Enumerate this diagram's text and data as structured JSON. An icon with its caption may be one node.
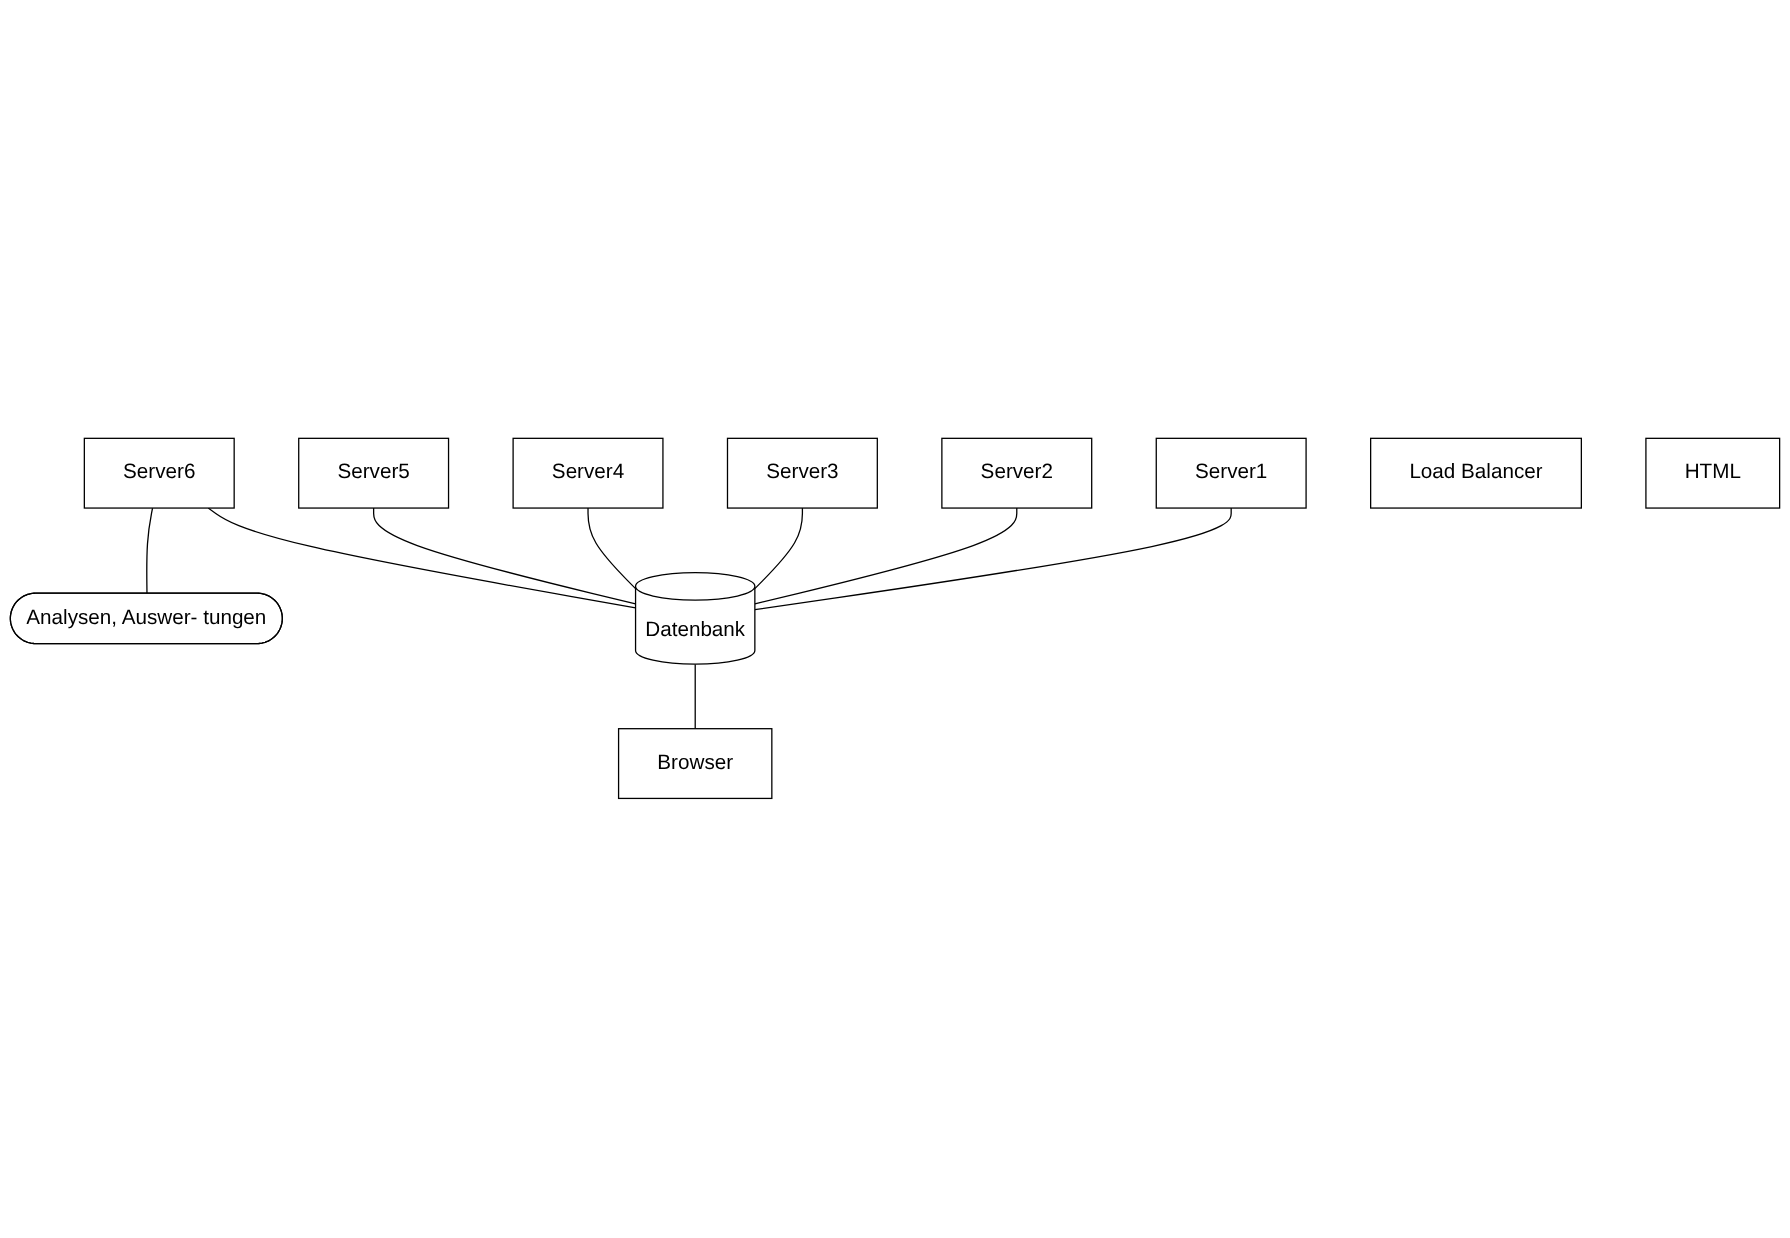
{
  "diagram": {
    "nodes": [
      {
        "text": [
          "Server1"
        ]
      },
      {
        "text": [
          "Server2"
        ]
      },
      {
        "text": [
          "Server3"
        ]
      },
      {
        "text": [
          "Server4"
        ]
      },
      {
        "text": [
          "Server5"
        ]
      },
      {
        "text": [
          "Server6"
        ]
      },
      {
        "text": [
          "Analysen, Auswer- tungen"
        ]
      },
      {
        "text": [
          "Load Balancer"
        ]
      },
      {
        "text": [
          "HTML"
        ]
      },
      {
        "text": [
          "Datenbank"
        ]
      },
      {
        "text": [
          "Browser"
        ]
      }
    ],
    "edges": [
      {
        "from": 0,
        "to": 9,
        "arrow": "none"
      },
      {
        "from": 1,
        "to": 9,
        "arrow": "none"
      },
      {
        "from": 2,
        "to": 9,
        "arrow": "none"
      },
      {
        "from": 3,
        "to": 9,
        "arrow": "none"
      },
      {
        "from": 4,
        "to": 9,
        "arrow": "none"
      },
      {
        "from": 5,
        "to": 9,
        "arrow": "none"
      },
      {
        "from": 5,
        "to": 6,
        "arrow": "none"
      },
      {
        "from": 9,
        "to": 10,
        "arrow": "none"
      }
    ]
  }
}
